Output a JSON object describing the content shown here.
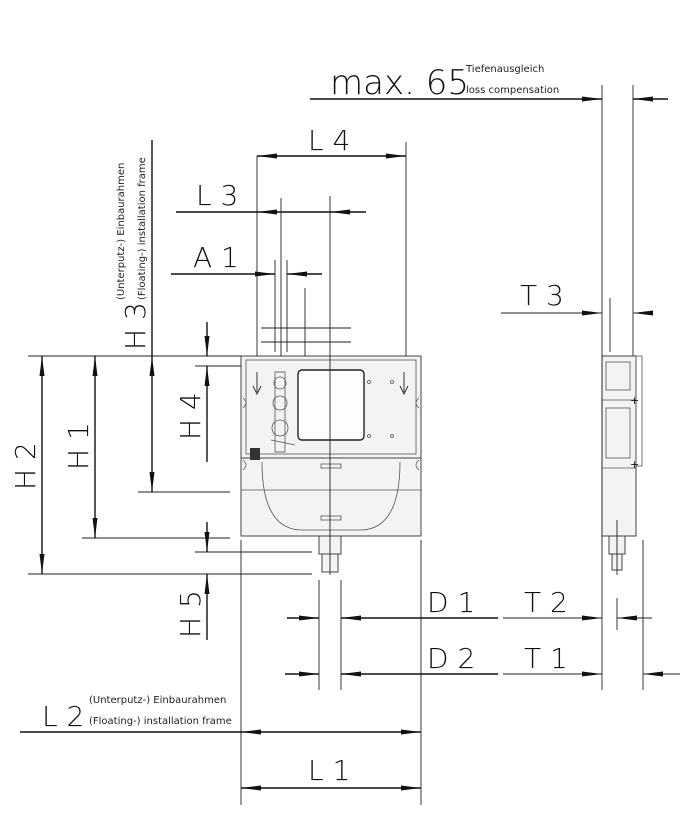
{
  "drawing": {
    "type": "technical dimension drawing",
    "views": [
      "front-view",
      "side-view"
    ],
    "dimensions": {
      "L1": "L 1",
      "L2": "L 2",
      "L3": "L 3",
      "L4": "L 4",
      "A1": "A 1",
      "H1": "H 1",
      "H2": "H 2",
      "H3": "H 3",
      "H4": "H 4",
      "H5": "H 5",
      "D1": "D 1",
      "D2": "D 2",
      "T1": "T 1",
      "T2": "T 2",
      "T3": "T 3"
    },
    "depth_note": {
      "value": "max. 65",
      "line1": "Tiefenausgleich",
      "line2": "loss compensation"
    },
    "h3_note": {
      "line1": "(Unterputz-) Einbaurahmen",
      "line2": "(Floating-) installation frame"
    },
    "l2_note": {
      "line1": "(Unterputz-) Einbaurahmen",
      "line2": "(Floating-) installation frame"
    }
  }
}
